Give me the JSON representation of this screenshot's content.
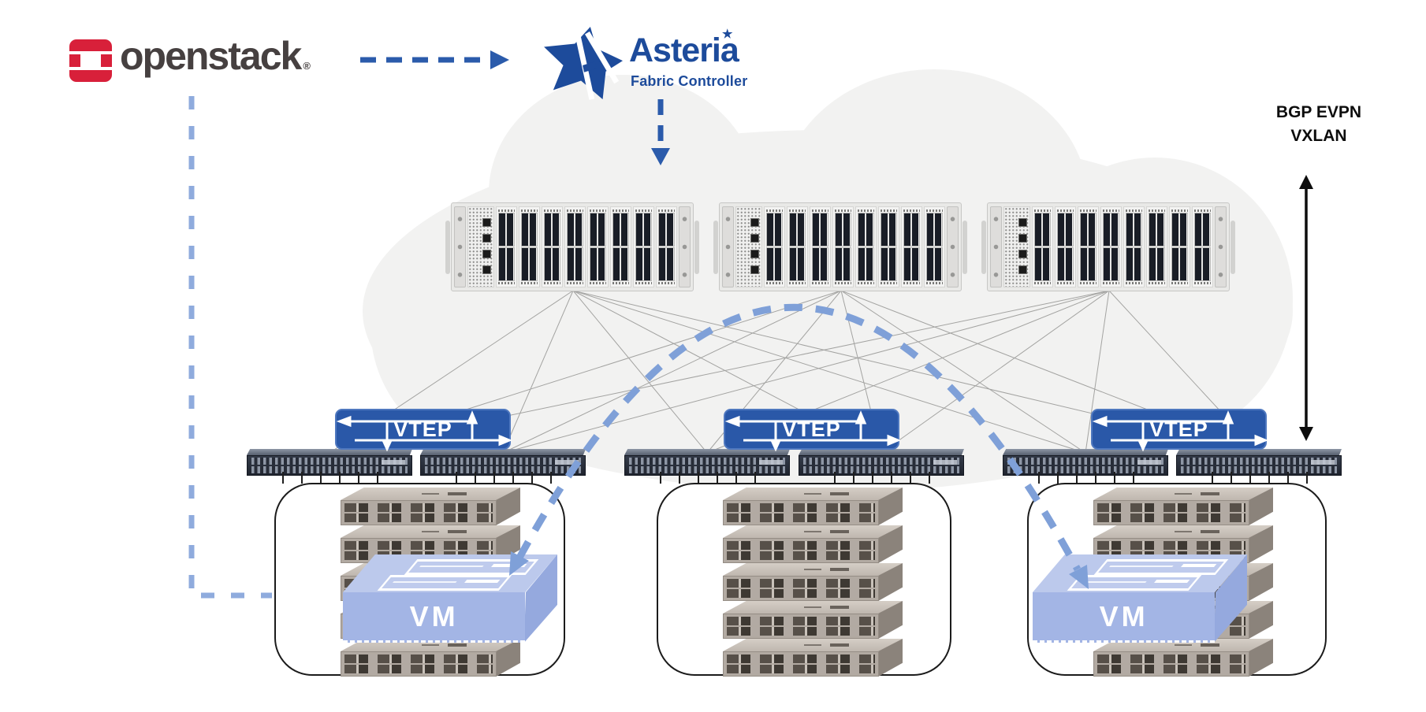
{
  "header": {
    "openstack": {
      "wordmark": "openstack",
      "registered": "®"
    },
    "asteria": {
      "name": "Asteria",
      "subtitle": "Fabric Controller"
    },
    "protocol": {
      "line1": "BGP EVPN",
      "line2": "VXLAN"
    }
  },
  "fabric": {
    "spine_count": 3,
    "leaf_count": 6,
    "vtep_labels": [
      "VTEP",
      "VTEP",
      "VTEP"
    ]
  },
  "pods": [
    {
      "server_count": 5,
      "vm_label": "VM"
    },
    {
      "server_count": 5
    },
    {
      "server_count": 5,
      "vm_label": "VM"
    }
  ],
  "colors": {
    "openstack_red": "#d8203a",
    "asteria_blue": "#1d4b9b",
    "controller_arrow_blue": "#2b5bab",
    "tunnel_blue": "#7fa0d8",
    "vtep_blue": "#2a58a8",
    "cloud_gray": "#f2f2f1",
    "wire_gray": "#a3a3a1"
  }
}
